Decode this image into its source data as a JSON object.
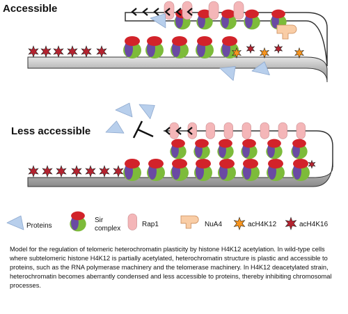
{
  "panels": {
    "top_title": "Accessible",
    "bottom_title": "Less accessible"
  },
  "legend": {
    "proteins": "Proteins",
    "sir_complex": "Sir\ncomplex",
    "rap1": "Rap1",
    "nua4": "NuA4",
    "ach4k12": "acH4K12",
    "ach4k16": "acH4K16"
  },
  "caption": "Model for the regulation of telomeric heterochromatin plasticity by histone H4K12 acetylation. In wild-type cells where subtelomeric histone H4K12 is partially acetylated, heterochromatin structure is plastic and accessible to proteins, such as the RNA polymerase machinery and the telomerase machinery. In H4K12 deacetylated strain, heterochromatin becomes aberrantly condensed and less accessible to proteins, thereby inhibiting chromosomal processes.",
  "colors": {
    "dna_bar": "#8c8c8c",
    "dna_bar_light": "#c8c8c8",
    "protein": "#b8cfec",
    "sir_red": "#d2232a",
    "sir_purple": "#6a4aa3",
    "sir_green": "#7dbb3a",
    "rap1": "#f4b6b8",
    "nua4": "#f9cda6",
    "ach4k12": "#f7941d",
    "ach4k16": "#b5222f"
  }
}
